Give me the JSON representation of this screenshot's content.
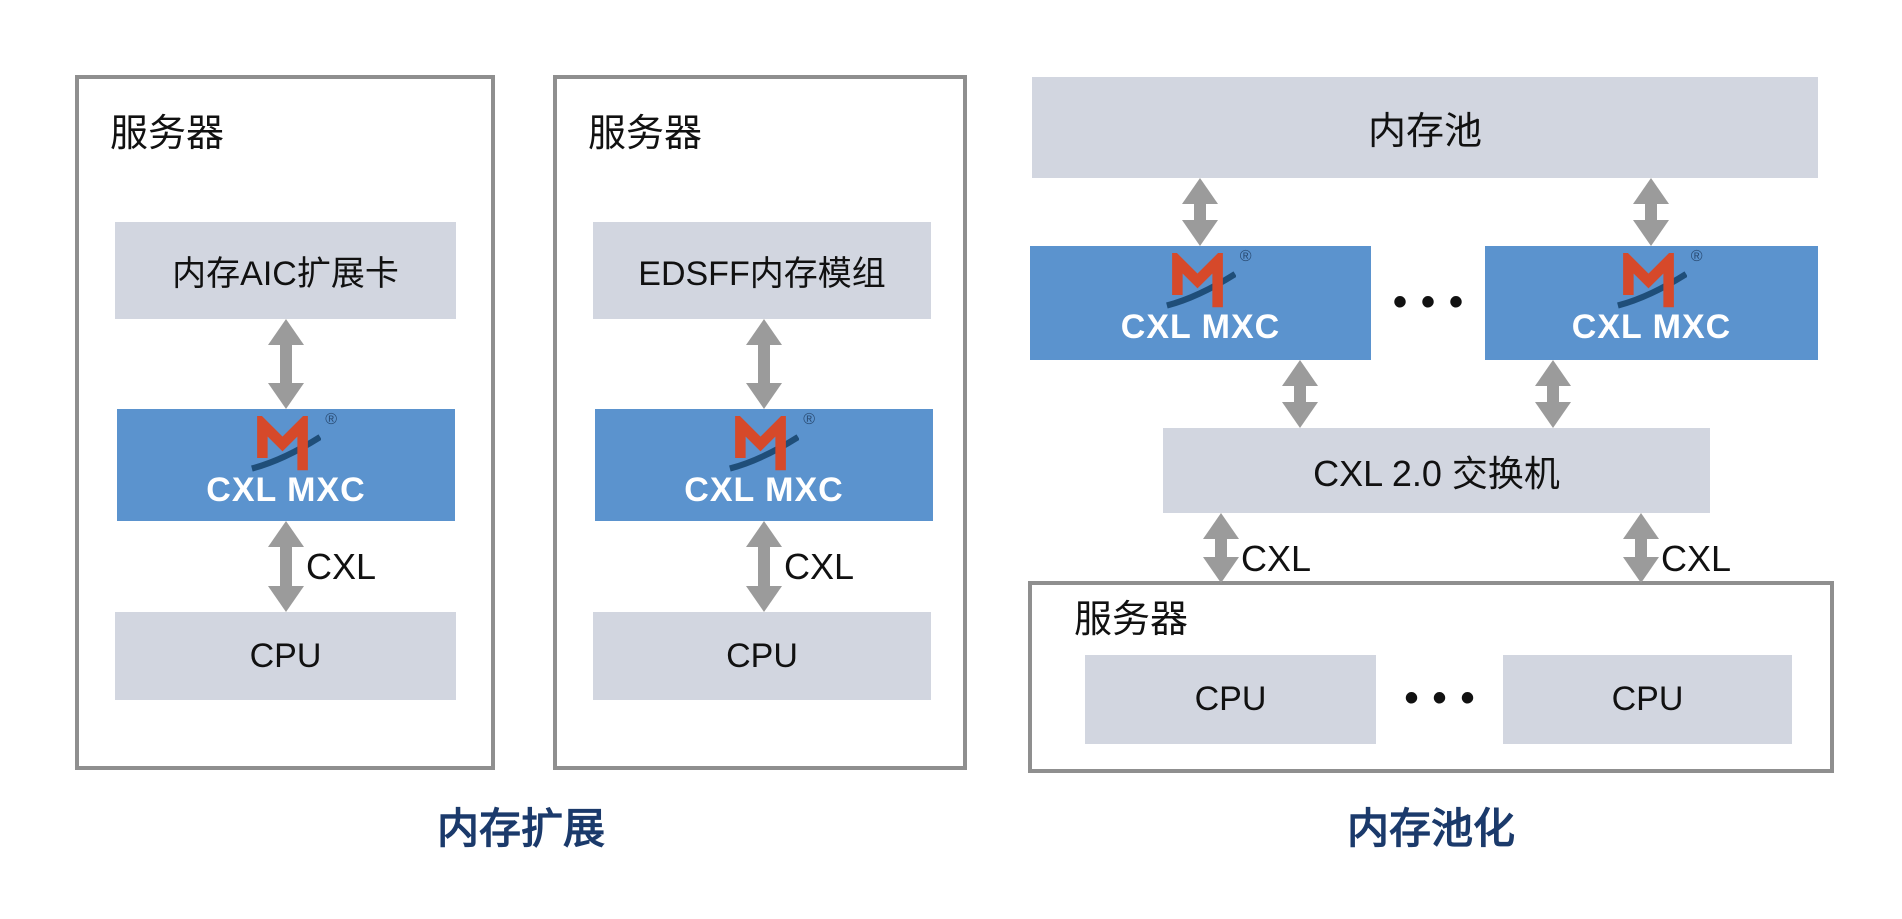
{
  "colors": {
    "chip_blue": "#5B93CE",
    "module_gray": "#D2D6E0",
    "frame_border": "#8F8F8F",
    "arrow_gray": "#9B9B9B",
    "caption_navy": "#1B3A6B",
    "logo_red": "#D6492A",
    "logo_navy": "#1F4E79",
    "chip_text": "#FFFFFF"
  },
  "left": {
    "caption": "内存扩展",
    "server1": {
      "title": "服务器",
      "module": "内存AIC扩展卡",
      "chip": "CXL MXC",
      "link": "CXL",
      "cpu": "CPU"
    },
    "server2": {
      "title": "服务器",
      "module": "EDSFF内存模组",
      "chip": "CXL MXC",
      "link": "CXL",
      "cpu": "CPU"
    }
  },
  "right": {
    "caption": "内存池化",
    "pool": "内存池",
    "chip_left": "CXL MXC",
    "chip_right": "CXL MXC",
    "switch": "CXL 2.0 交换机",
    "link_left": "CXL",
    "link_right": "CXL",
    "ellipsis": "•••",
    "server": {
      "title": "服务器",
      "cpu_left": "CPU",
      "cpu_right": "CPU"
    }
  },
  "logo": {
    "registered": "®"
  }
}
